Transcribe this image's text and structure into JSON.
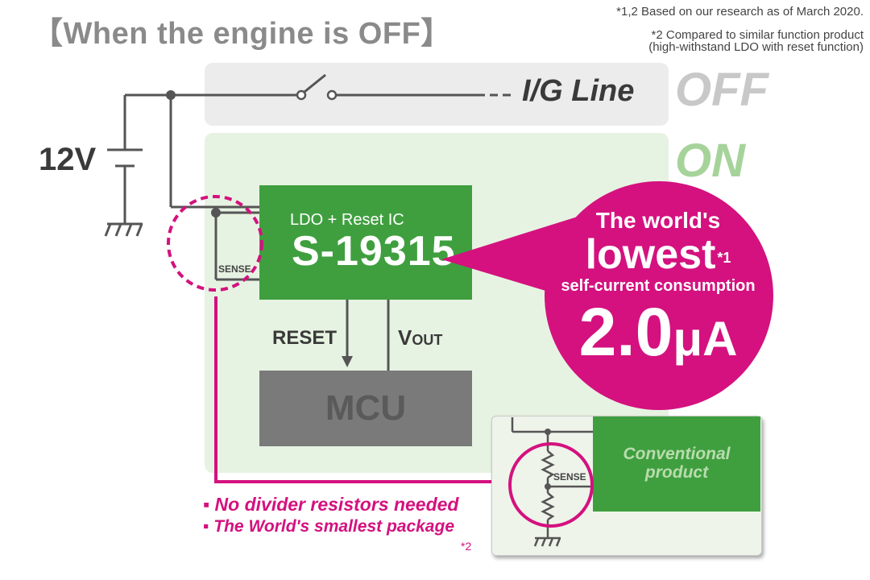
{
  "title": "【When the engine is OFF】",
  "notes": {
    "line1": "*1,2  Based on our research as of March 2020.",
    "line2": "*2  Compared to similar function product",
    "line3": "(high-withstand LDO with reset function)"
  },
  "supply": {
    "voltage": "12V"
  },
  "ig_line": {
    "label": "I/G Line",
    "state_off": "OFF",
    "state_on": "ON"
  },
  "ic": {
    "subtitle": "LDO + Reset IC",
    "part_number": "S-19315",
    "sense_label": "SENSE"
  },
  "signals": {
    "reset": "RESET",
    "vout_main": "V",
    "vout_sub": "OUT"
  },
  "mcu": {
    "label": "MCU"
  },
  "bubble": {
    "line1": "The world's",
    "line2": "lowest",
    "footnote_mark": "*1",
    "line3": "self-current consumption",
    "value": "2.0",
    "unit": "μA"
  },
  "features": {
    "item1": "▪ No divider resistors needed",
    "item2": "▪ The World's smallest package",
    "footnote_mark": "*2"
  },
  "conventional": {
    "label_line1": "Conventional",
    "label_line2": "product",
    "sense_label": "SENSE"
  },
  "colors": {
    "green": "#3f9f3f",
    "magenta": "#d4117f",
    "mcu_gray": "#7a7a7a",
    "wire": "#555555"
  }
}
